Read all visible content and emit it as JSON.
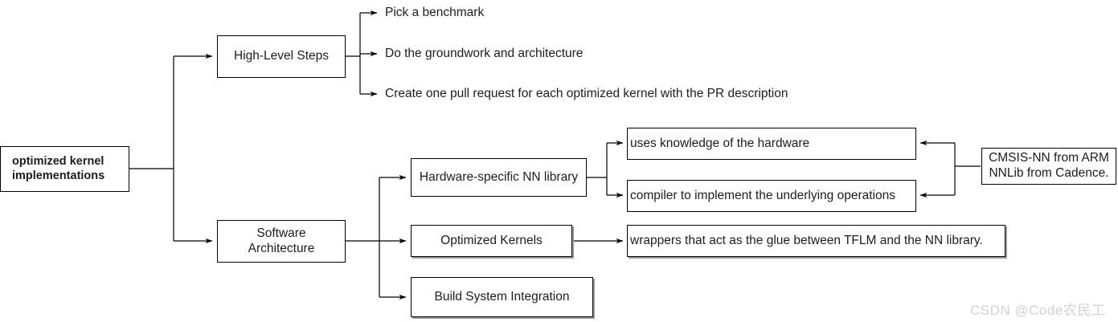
{
  "diagram": {
    "title": "Optimized kernel implementations flowchart",
    "stroke_color": "#000000",
    "text_color": "#1d1d1d",
    "background": "#ffffff",
    "shadow_color": "#9a9a9a"
  },
  "nodes": {
    "root": {
      "label": "optimized kernel\nimplementations"
    },
    "high_level_steps": {
      "label": "High-Level Steps"
    },
    "software_architecture": {
      "label": "Software\nArchitecture"
    },
    "hw_nn_library": {
      "label": "Hardware-specific NN library"
    },
    "optimized_kernels": {
      "label": "Optimized Kernels"
    },
    "build_system": {
      "label": "Build System Integration"
    },
    "uses_knowledge": {
      "label": "uses knowledge of the hardware"
    },
    "compiler_ops": {
      "label": "compiler to implement the underlying operations"
    },
    "wrappers": {
      "label": "wrappers that act as the glue between TFLM and the NN library."
    },
    "vendor_libs": {
      "label": "CMSIS-NN from ARM\nNNLib from Cadence."
    }
  },
  "steps": [
    {
      "label": "Pick a benchmark"
    },
    {
      "label": "Do the groundwork and architecture"
    },
    {
      "label": "Create one pull request for each optimized kernel with the PR description"
    }
  ],
  "watermark": {
    "text": "CSDN @Code农民工",
    "color": "#d2d2d2"
  }
}
